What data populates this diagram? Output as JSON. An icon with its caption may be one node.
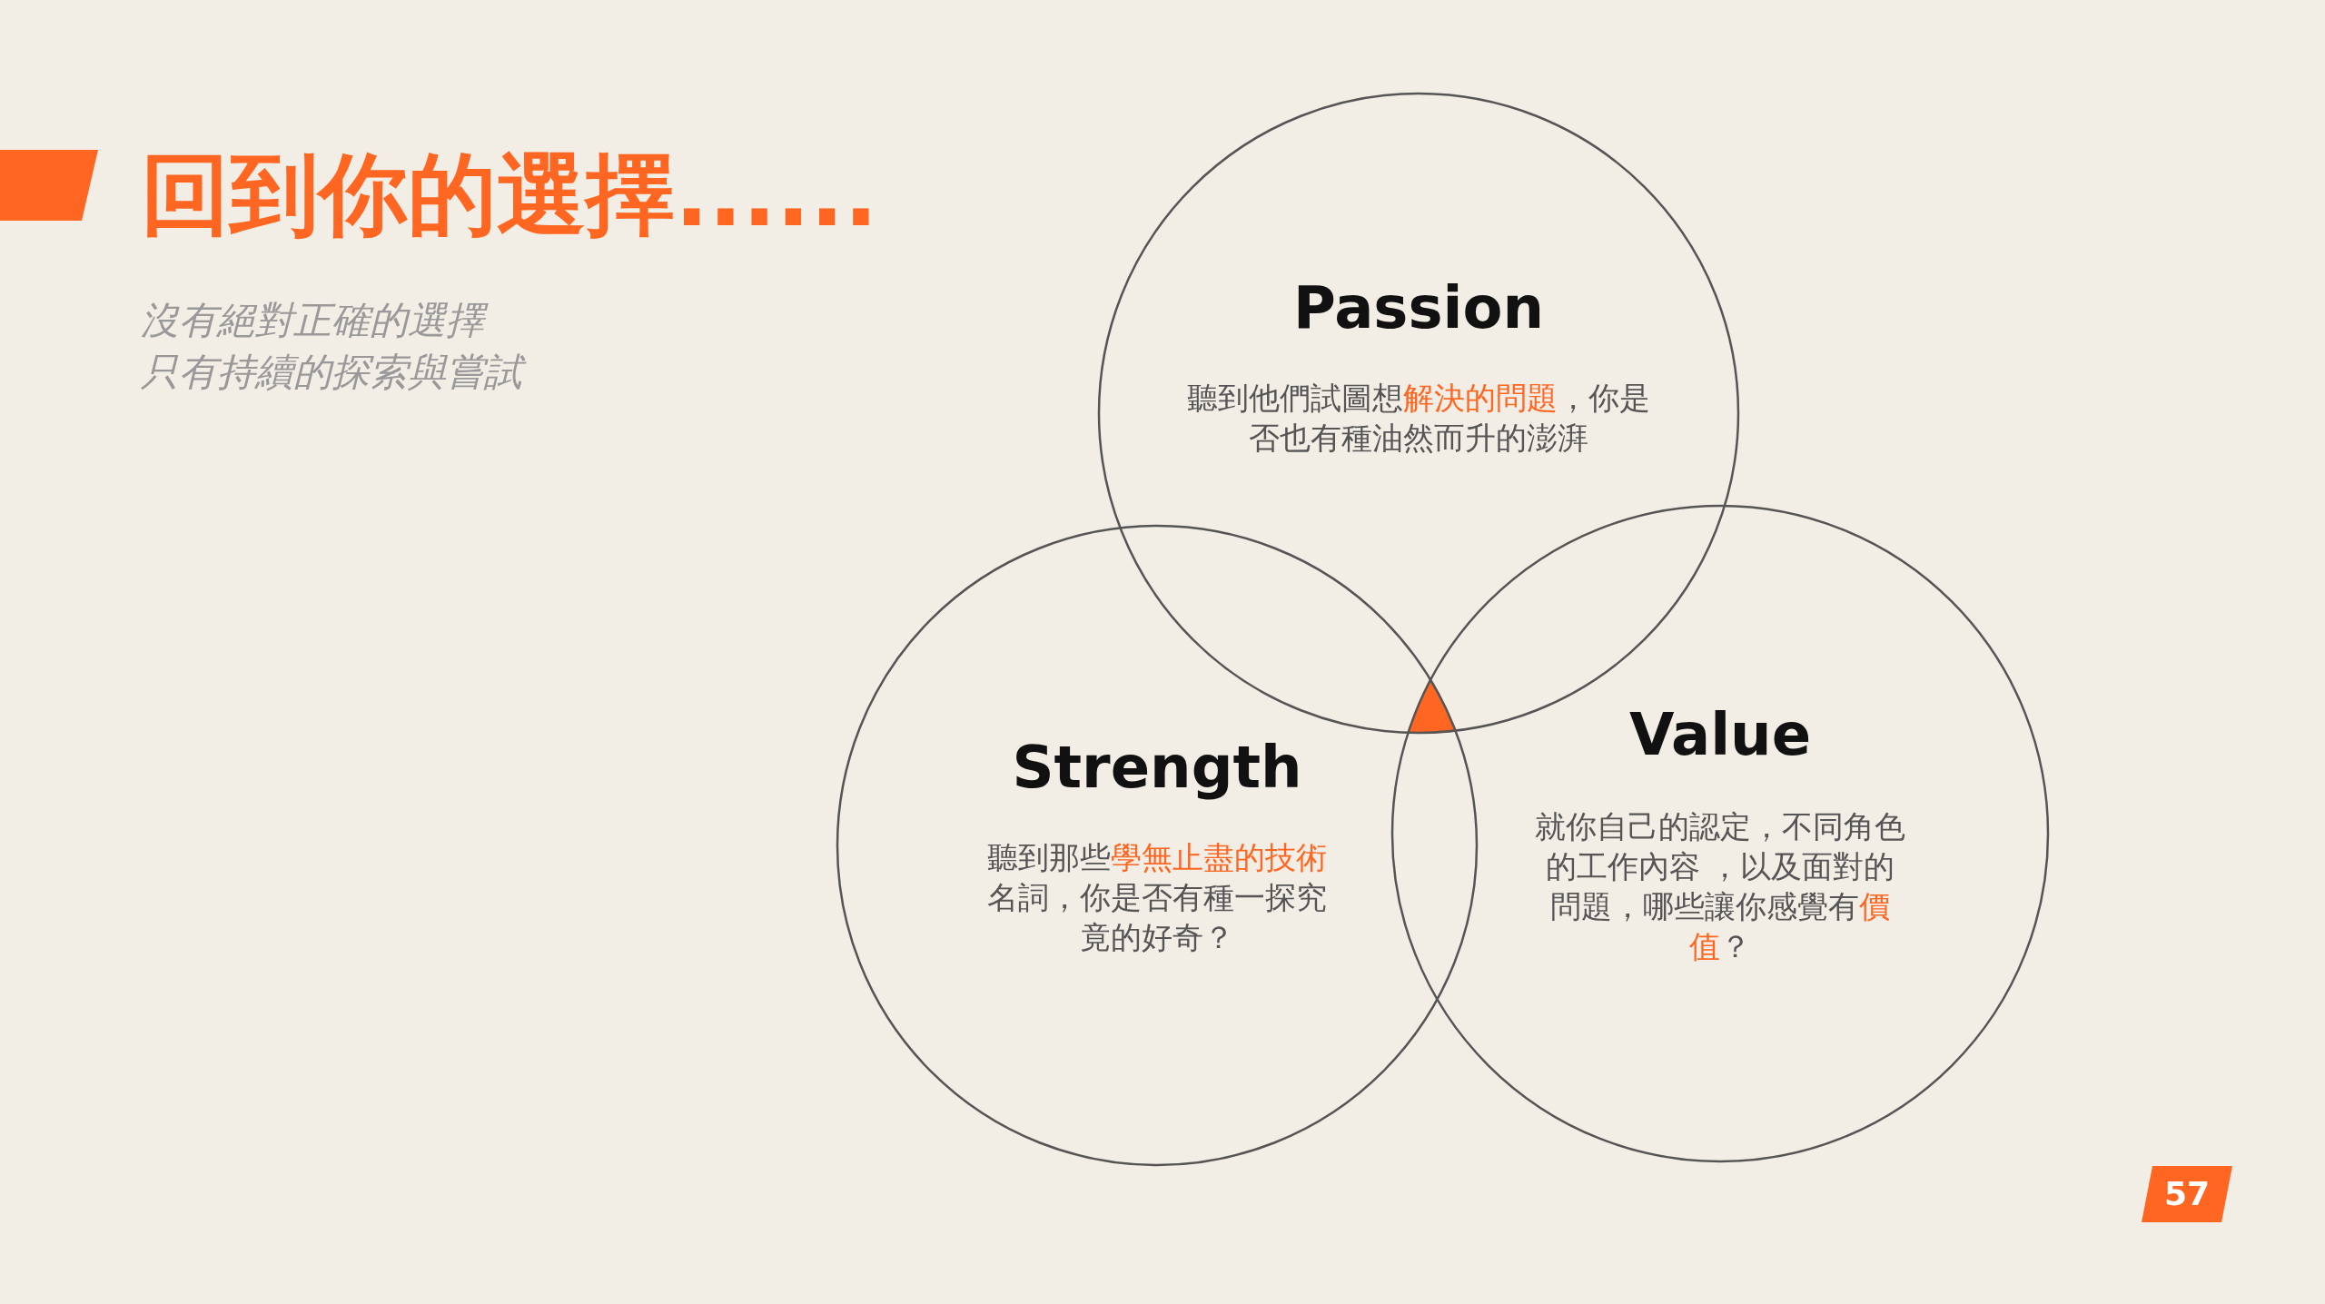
{
  "diagram": {
    "title": "回到你的選擇......",
    "nodes": [
      {
        "text": [
          "Passion",
          "聽到他們試圖想**解決的問題**，你是否也有種油然而升的澎湃"
        ]
      },
      {
        "text": [
          "Strength",
          "聽到那些**學無止盡的技術**名詞，你是否有種一探究竟的好奇？"
        ]
      },
      {
        "text": [
          "Value",
          "就你自己的認定，不同角色的工作內容 ，以及面對的問題，哪些讓你感覺有**價值**？"
        ]
      }
    ],
    "edges": [],
    "labels": [
      "沒有絕對正確的選擇",
      "只有持續的探索與嘗試",
      "57"
    ]
  }
}
